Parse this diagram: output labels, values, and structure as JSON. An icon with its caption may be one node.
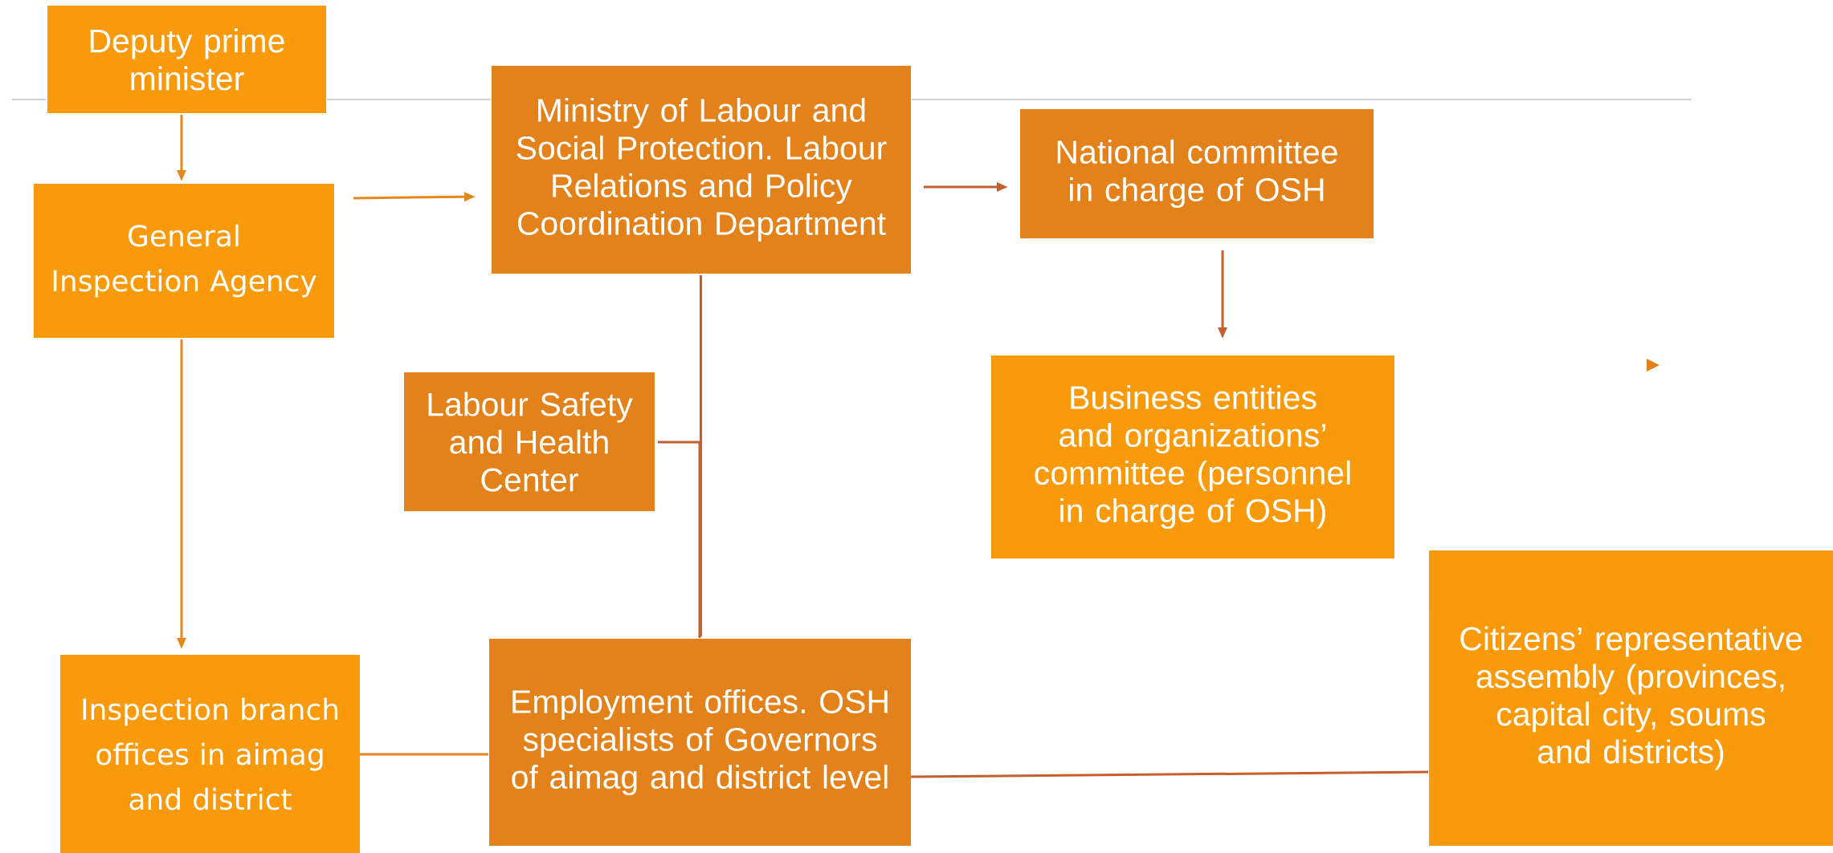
{
  "diagram": {
    "nodes": [
      {
        "text": [
          "Deputy prime minister"
        ]
      },
      {
        "text": [
          "General Inspection Agency"
        ]
      },
      {
        "text": [
          "Ministry of Labour and Social Protection. Labour Relations and Policy Coordination Department"
        ]
      },
      {
        "text": [
          "National committee in charge of OSH"
        ]
      },
      {
        "text": [
          "Labour Safety and Health Center"
        ]
      },
      {
        "text": [
          "Business entities and organizations’ committee (personnel in charge of OSH)"
        ]
      },
      {
        "text": [
          "Inspection branch offices in aimag and district"
        ]
      },
      {
        "text": [
          "Employment offices. OSH specialists of Governors of aimag and district level"
        ]
      },
      {
        "text": [
          "Citizens’ representative assembly (provinces, capital city, soums and districts)"
        ]
      }
    ],
    "edges": [
      {
        "from": 0,
        "to": 1,
        "arrow": "to"
      },
      {
        "from": 1,
        "to": 2,
        "arrow": "to"
      },
      {
        "from": 2,
        "to": 3,
        "arrow": "to",
        "color": "#c4602c"
      },
      {
        "from": 3,
        "to": 5,
        "arrow": "to",
        "color": "#c4602c"
      },
      {
        "from": 1,
        "to": 6,
        "arrow": "to"
      },
      {
        "from": 2,
        "to": 7,
        "arrow": "none",
        "color": "#c4602c"
      },
      {
        "from": 4,
        "to": 7,
        "arrow": "none",
        "color": "#c4602c"
      },
      {
        "from": 6,
        "to": 7,
        "arrow": "none"
      },
      {
        "from": 7,
        "to": 8,
        "arrow": "none",
        "color": "#c4602c"
      }
    ]
  }
}
